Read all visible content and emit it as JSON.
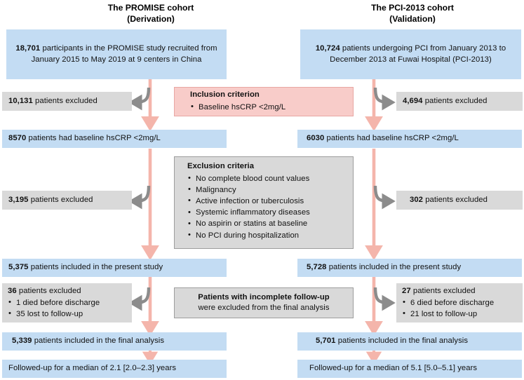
{
  "colors": {
    "blue_box": "#c3dcf3",
    "gray_box": "#d9d9d9",
    "pink_box": "#f8ccc9",
    "main_arrow": "#f4b5ab",
    "branch_arrow": "#8c8c8c",
    "text": "#111111"
  },
  "left_column": {
    "title_line1": "The PROMISE cohort",
    "title_line2": "(Derivation)",
    "enrolled": {
      "count": "18,701",
      "text": " participants in the PROMISE study recruited from January 2015 to May 2019 at 9 centers in China"
    },
    "excluded_1": {
      "count": "10,131",
      "text": " patients excluded"
    },
    "after_inclusion": {
      "count": "8570",
      "text": " patients had baseline hsCRP <2mg/L"
    },
    "excluded_2": {
      "count": "3,195",
      "text": " patients excluded"
    },
    "present_study": {
      "count": "5,375",
      "text": " patients included in the present study"
    },
    "excluded_3": {
      "count": "36",
      "text": " patients excluded",
      "bullets": [
        "1 died before discharge",
        "35 lost to follow-up"
      ]
    },
    "final_analysis": {
      "count": "5,339",
      "text": " patients included in the final analysis"
    },
    "followup": "Followed-up for a median of 2.1 [2.0–2.3] years"
  },
  "right_column": {
    "title_line1": "The PCI-2013 cohort",
    "title_line2": "(Validation)",
    "enrolled": {
      "count": "10,724",
      "text": " patients undergoing PCI from January 2013 to December 2013 at Fuwai Hospital (PCI-2013)"
    },
    "excluded_1": {
      "count": "4,694",
      "text": " patients excluded"
    },
    "after_inclusion": {
      "count": "6030",
      "text": " patients had baseline hsCRP <2mg/L"
    },
    "excluded_2": {
      "count": "302",
      "text": " patients excluded"
    },
    "present_study": {
      "count": "5,728",
      "text": " patients included in the present study"
    },
    "excluded_3": {
      "count": "27",
      "text": " patients excluded",
      "bullets": [
        "6 died before discharge",
        "21 lost to follow-up"
      ]
    },
    "final_analysis": {
      "count": "5,701",
      "text": " patients included in the final analysis"
    },
    "followup": "Followed-up for a median of 5.1 [5.0–5.1] years"
  },
  "center": {
    "inclusion": {
      "title": "Inclusion criterion",
      "bullets": [
        "Baseline hsCRP <2mg/L"
      ]
    },
    "exclusion": {
      "title": "Exclusion criteria",
      "bullets": [
        "No complete blood count values",
        "Malignancy",
        "Active infection or tuberculosis",
        "Systemic inflammatory diseases",
        "No aspirin or statins at baseline",
        "No PCI during hospitalization"
      ]
    },
    "followup_note": {
      "line1": "Patients with incomplete follow-up",
      "line2": "were excluded from the final analysis"
    }
  }
}
